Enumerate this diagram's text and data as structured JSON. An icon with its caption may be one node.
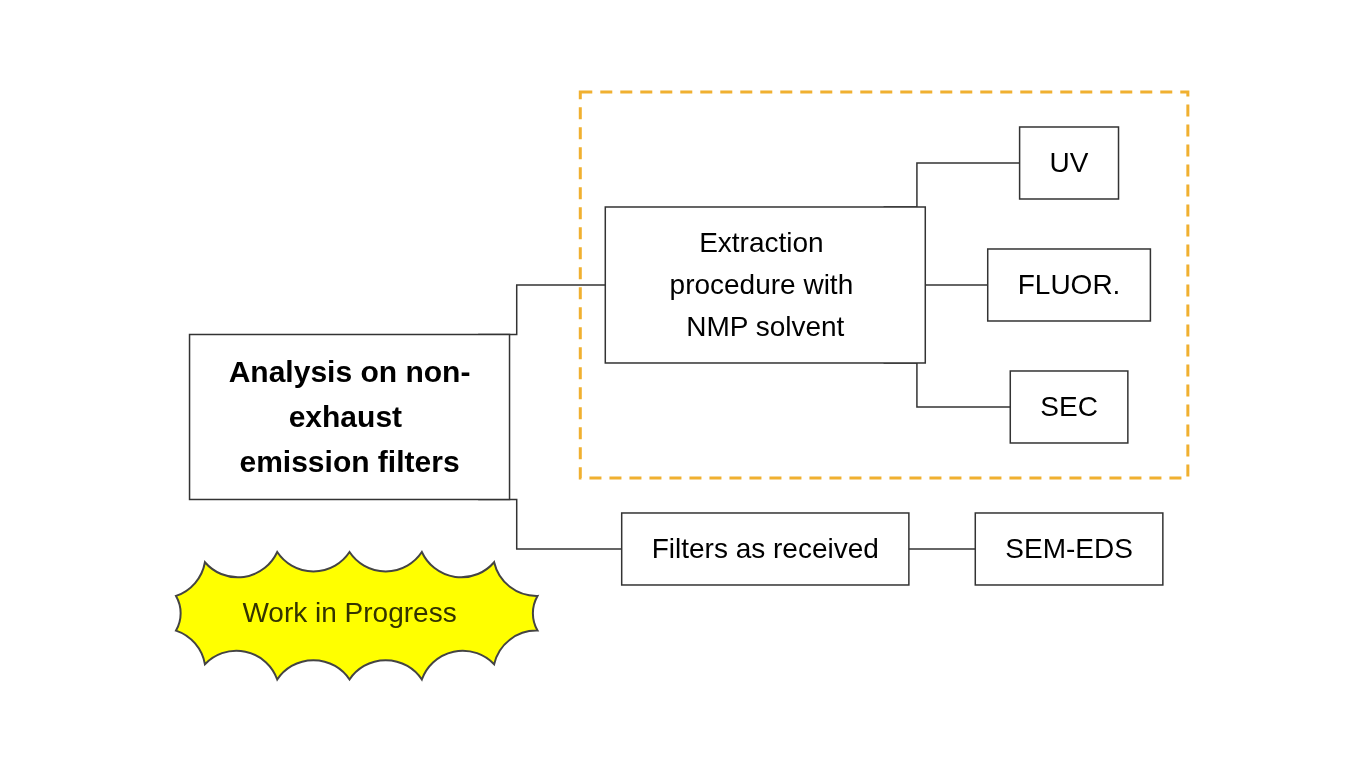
{
  "diagram": {
    "nodes": [
      {
        "text": [
          "Analysis on non-exhaust emission filters"
        ]
      },
      {
        "text": [
          "Filters as received"
        ]
      },
      {
        "text": [
          "SEM-EDS"
        ]
      },
      {
        "text": [],
        "shape": "box"
      },
      {
        "text": [
          "Extraction procedure with NMP solvent"
        ],
        "in": 3
      },
      {
        "text": [
          "UV"
        ],
        "in": 3
      },
      {
        "text": [
          "FLUOR."
        ],
        "in": 3
      },
      {
        "text": [
          "SEC"
        ],
        "in": 3
      },
      {
        "text": [
          "Work in Progress"
        ]
      }
    ],
    "edges": [
      {
        "from": 0,
        "to": 1,
        "arrow": "none"
      },
      {
        "from": 0,
        "to": 4,
        "arrow": "none"
      },
      {
        "from": 1,
        "to": 2,
        "arrow": "none"
      },
      {
        "from": 4,
        "to": 5,
        "arrow": "none"
      },
      {
        "from": 4,
        "to": 6,
        "arrow": "none"
      },
      {
        "from": 4,
        "to": 7,
        "arrow": "none"
      }
    ]
  }
}
